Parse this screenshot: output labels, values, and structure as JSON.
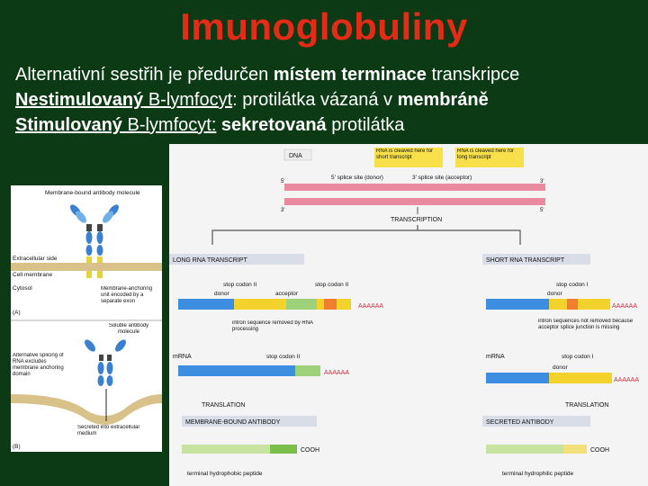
{
  "title": "Imunoglobuliny",
  "lines": {
    "l1_a": "Alternativní sestřih je předurčen ",
    "l1_b": "místem terminace",
    "l1_c": " transkripce",
    "l2_a": "Nestimulovaný",
    "l2_b": " B-lymfocyt",
    "l2_c": ": protilátka vázaná v ",
    "l2_d": "membráně",
    "l3_a": "Stimulovaný",
    "l3_b": " B-lymfocyt:",
    "l3_c": " sekretovaná",
    "l3_d": " protilátka"
  },
  "left_fig": {
    "membrane_title": "Membrane-bound antibody molecule",
    "extracellular": "Extracellular side",
    "cell_membrane": "Cell membrane",
    "cytosol": "Cytosol",
    "anchor_note": "Membrane-anchoring unit encoded by a separate exon",
    "label_a": "(A)",
    "soluble_title": "Soluble antibody molecule",
    "alt_splicing": "Alternative splicing of RNA excludes membrane anchoring domain",
    "secreted": "Secreted into extracellular medium",
    "label_b": "(B)"
  },
  "right_fig": {
    "dna": "DNA",
    "cleave_short": "RNA is cleaved here for short transcript",
    "cleave_long": "RNA is cleaved here for long transcript",
    "splice_donor": "5' splice site (donor)",
    "splice_acceptor": "3' splice site (acceptor)",
    "five_prime": "5'",
    "three_prime": "3'",
    "transcription": "TRANSCRIPTION",
    "long_transcript": "LONG RNA TRANSCRIPT",
    "short_transcript": "SHORT RNA TRANSCRIPT",
    "stop_codon_1": "stop codon I",
    "stop_codon_2": "stop codon II",
    "donor": "donor",
    "acceptor": "acceptor",
    "polyA": "AAAAAA",
    "intron_removed": "intron sequence removed by RNA processing",
    "intron_not_removed": "intron sequences not removed because acceptor splice junction is missing",
    "mrna": "mRNA",
    "translation": "TRANSLATION",
    "membrane_antibody": "MEMBRANE-BOUND ANTIBODY",
    "secreted_antibody": "SECRETED ANTIBODY",
    "cooh": "COOH",
    "term_hydrophobic": "terminal hydrophobic peptide",
    "term_hydrophilic": "terminal hydrophilic peptide"
  },
  "colors": {
    "background": "#0b3a14",
    "title": "#e52a18",
    "text": "#ffffff"
  }
}
